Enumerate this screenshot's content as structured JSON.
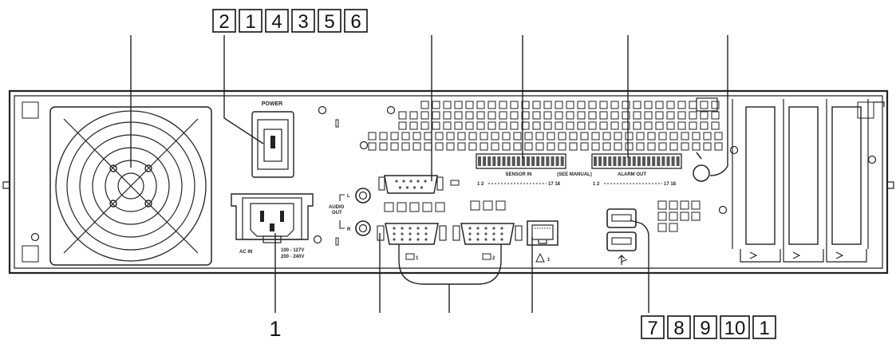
{
  "callouts": {
    "top": [
      "2",
      "1",
      "4",
      "3",
      "5",
      "6"
    ],
    "bottom": [
      "7",
      "8",
      "9",
      "10",
      "1"
    ],
    "left_bottom": "1"
  },
  "labels": {
    "power": "POWER",
    "ac_in": "AC IN",
    "voltage_1": "100 - 127V",
    "voltage_2": "200 - 240V",
    "audio_out": "AUDIO\nOUT",
    "audio_l": "L",
    "audio_r": "R",
    "sensor_in": "SENSOR IN",
    "see_manual": "(SEE MANUAL)",
    "alarm_out": "ALARM OUT",
    "sensor_start": "1 2",
    "sensor_end": "17 18",
    "alarm_start": "1 2",
    "alarm_end": "17 18",
    "monitor_1": "1",
    "monitor_2": "2",
    "network_1": "1"
  }
}
